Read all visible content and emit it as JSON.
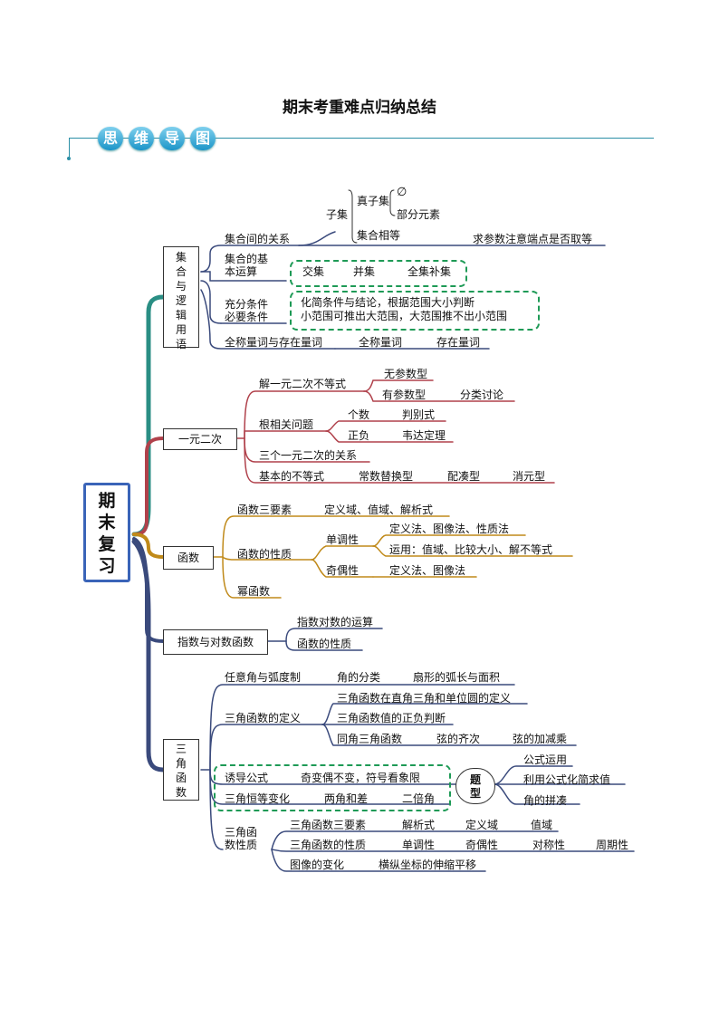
{
  "title": "期末考重难点归纳总结",
  "banner": [
    "思",
    "维",
    "导",
    "图"
  ],
  "root": [
    "期",
    "末",
    "复",
    "习"
  ],
  "colors": {
    "teal": "#2a8e84",
    "red": "#b0414b",
    "gold": "#c08a1a",
    "navy": "#3a4a7c",
    "blue": "#3a64b8",
    "green": "#1e9a56"
  },
  "s1": {
    "head": [
      "集",
      "合",
      "与",
      "逻",
      "辑",
      "用",
      "语"
    ],
    "relation": "集合间的关系",
    "subset": "子集",
    "proper_subset": "真子集",
    "empty": "∅",
    "partial": "部分元素",
    "equal": "集合相等",
    "endpoint": "求参数注意端点是否取等",
    "ops_1": "集合的基",
    "ops_2": "本运算",
    "intersect": "交集",
    "union": "并集",
    "complement": "全集补集",
    "cond_1": "充分条件",
    "cond_2": "必要条件",
    "cond_note_1": "化简条件与结论，根据范围大小判断",
    "cond_note_2": "小范围可推出大范围，大范围推不出小范围",
    "quant": "全称量词与存在量词",
    "universal": "全称量词",
    "exist": "存在量词"
  },
  "s2": {
    "head": "一元二次",
    "ineq": "解一元二次不等式",
    "no_param": "无参数型",
    "param": "有参数型",
    "classify": "分类讨论",
    "roots": "根相关问题",
    "count": "个数",
    "discriminant": "判别式",
    "sign": "正负",
    "vieta": "韦达定理",
    "three": "三个一元二次的关系",
    "basic": "基本的不等式",
    "const_sub": "常数替换型",
    "match": "配凑型",
    "elim": "消元型"
  },
  "s3": {
    "head": "函数",
    "three": "函数三要素",
    "three_v": "定义域、值域、解析式",
    "prop": "函数的性质",
    "mono": "单调性",
    "mono_a": "定义法、图像法、性质法",
    "mono_b": "运用：值域、比较大小、解不等式",
    "parity": "奇偶性",
    "parity_a": "定义法、图像法",
    "power": "幂函数"
  },
  "s4": {
    "head": "指数与对数函数",
    "op": "指数对数的运算",
    "prop": "函数的性质"
  },
  "s5": {
    "head": [
      "三",
      "角",
      "函",
      "数"
    ],
    "angle": "任意角与弧度制",
    "angle_cls": "角的分类",
    "sector": "扇形的弧长与面积",
    "def": "三角函数的定义",
    "def_a": "三角函数在直角三角和单位圆的定义",
    "def_b": "三角函数值的正负判断",
    "def_c": "同角三角函数",
    "def_c1": "弦的齐次",
    "def_c2": "弦的加减乘",
    "induce": "诱导公式",
    "induce_v": "奇变偶不变，符号看象限",
    "ident": "三角恒等变化",
    "sum_diff": "两角和差",
    "double": "二倍角",
    "qtype": [
      "题",
      "型"
    ],
    "apply": "公式运用",
    "simplify": "利用公式化简求值",
    "combine": "角的拼凑",
    "tprop_1": "三角函",
    "tprop_2": "数性质",
    "tri3": "三角函数三要素",
    "expr": "解析式",
    "domain": "定义域",
    "range": "值域",
    "tprop": "三角函数的性质",
    "mono": "单调性",
    "odd": "奇偶性",
    "sym": "对称性",
    "period": "周期性",
    "graph": "图像的变化",
    "shift": "横纵坐标的伸缩平移"
  }
}
